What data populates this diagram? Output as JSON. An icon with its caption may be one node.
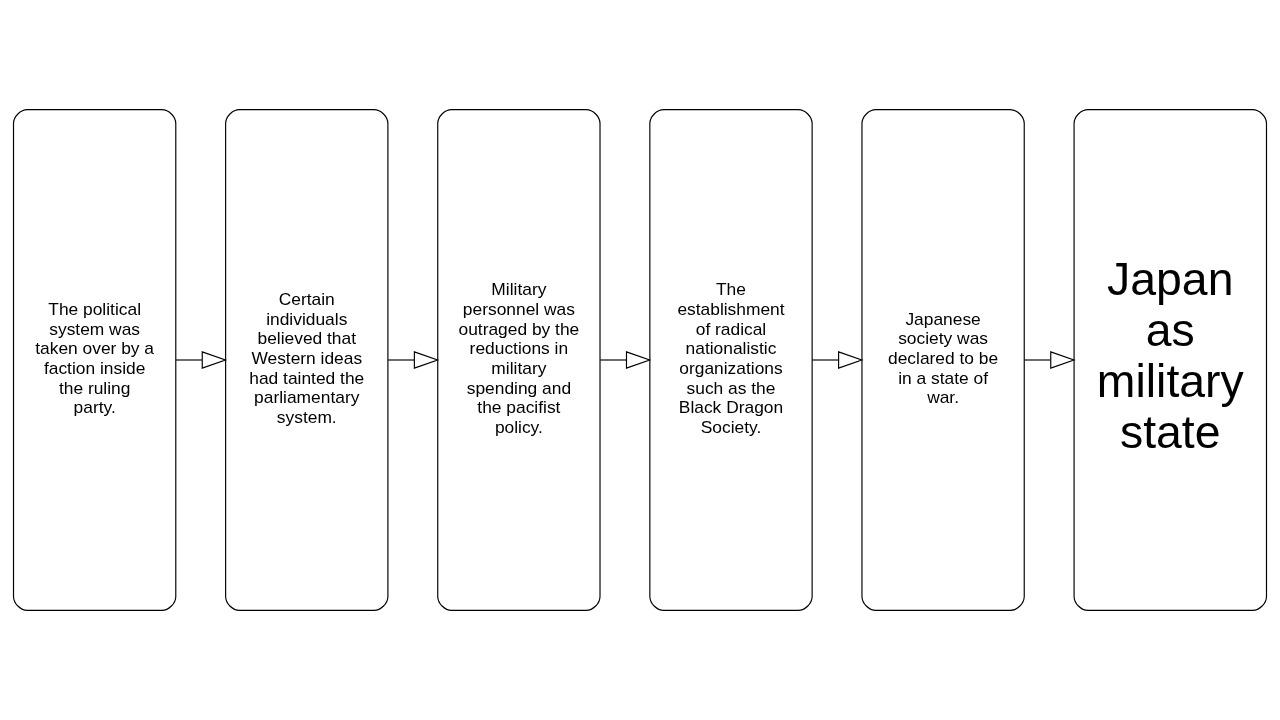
{
  "diagram": {
    "nodes": [
      {
        "text": [
          "The political system was taken over by a faction inside the ruling party."
        ]
      },
      {
        "text": [
          "Certain individuals believed that Western ideas had tainted the parliamentary system."
        ]
      },
      {
        "text": [
          "Military personnel was outraged by the reductions in military spending and the pacifist policy."
        ]
      },
      {
        "text": [
          "The establishment of radical nationalistic organizations such as the Black Dragon Society."
        ]
      },
      {
        "text": [
          "Japanese society was declared to be in a state of war."
        ]
      },
      {
        "text": [
          "Japan as military state"
        ]
      }
    ],
    "edges": [
      {
        "from": 0,
        "to": 1,
        "arrow": "to"
      },
      {
        "from": 1,
        "to": 2,
        "arrow": "to"
      },
      {
        "from": 2,
        "to": 3,
        "arrow": "to"
      },
      {
        "from": 3,
        "to": 4,
        "arrow": "to"
      },
      {
        "from": 4,
        "to": 5,
        "arrow": "to"
      }
    ]
  }
}
